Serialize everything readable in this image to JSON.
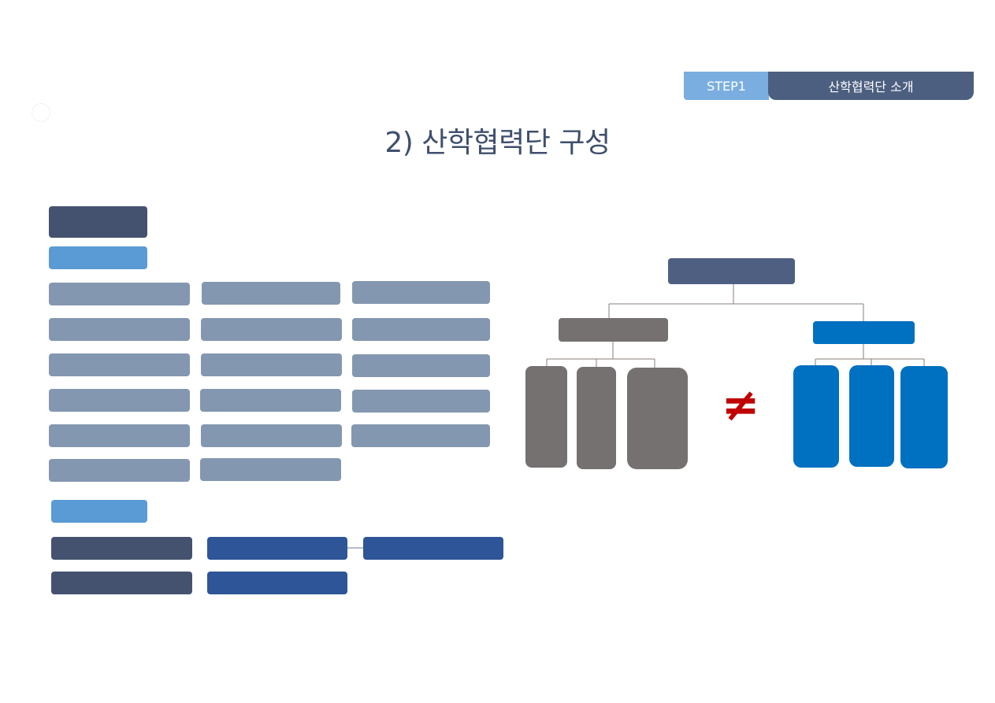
{
  "header": {
    "step_label": "STEP1",
    "section_label": "산학협력단 소개"
  },
  "page": {
    "title": "2) 산학협력단 구성"
  },
  "diagram": {
    "relation_symbol": "≠",
    "colors": {
      "navy": "#45526f",
      "sky": "#5b9bd5",
      "slate": "#8497b0",
      "royal": "#2e5597",
      "dark_navy": "#4e5f82",
      "gray": "#767171",
      "blue": "#0070c0",
      "not_equal": "#c00000"
    }
  }
}
